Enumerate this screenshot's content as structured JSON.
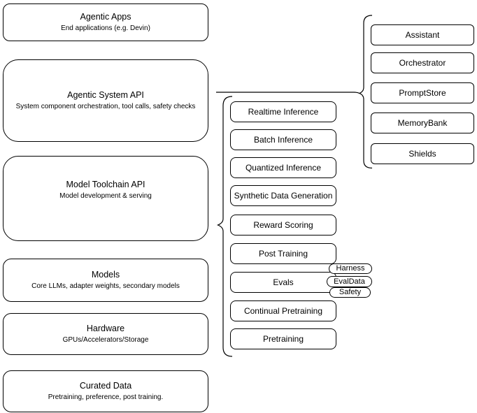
{
  "left_stack": [
    {
      "title": "Agentic Apps",
      "subtitle": "End applications (e.g. Devin)"
    },
    {
      "title": "Agentic System API",
      "subtitle": "System component orchestration, tool calls, safety checks"
    },
    {
      "title": "Model Toolchain API",
      "subtitle": "Model development & serving"
    },
    {
      "title": "Models",
      "subtitle": "Core LLMs, adapter weights, secondary models"
    },
    {
      "title": "Hardware",
      "subtitle": "GPUs/Accelerators/Storage"
    },
    {
      "title": "Curated Data",
      "subtitle": "Pretraining, preference, post training."
    }
  ],
  "toolchain": {
    "items": [
      "Realtime Inference",
      "Batch Inference",
      "Quantized Inference",
      "Synthetic Data Generation",
      "Reward Scoring",
      "Post Training",
      "Evals",
      "Continual Pretraining",
      "Pretraining"
    ]
  },
  "eval_tags": [
    "Harness",
    "EvalData",
    "Safety"
  ],
  "system_components": [
    "Assistant",
    "Orchestrator",
    "PromptStore",
    "MemoryBank",
    "Shields"
  ],
  "colors": {
    "border": "#000000",
    "background": "#ffffff",
    "text": "#000000"
  }
}
